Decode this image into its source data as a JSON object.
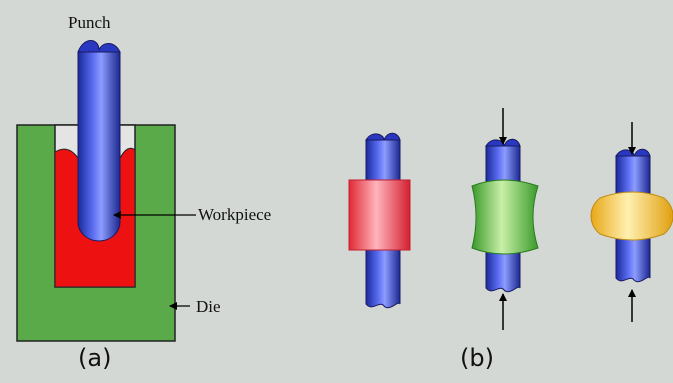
{
  "labels": {
    "punch": "Punch",
    "workpiece": "Workpiece",
    "die": "Die"
  },
  "captions": {
    "a": "(a)",
    "b": "(b)"
  },
  "colors": {
    "background": "#d4d8d4",
    "die": "#5aaa4a",
    "workpiece_a": "#ee1111",
    "punch": "#3a4ad8",
    "collar_1": "#ee5560",
    "collar_2": "#66cc44",
    "collar_3": "#f4c030"
  }
}
